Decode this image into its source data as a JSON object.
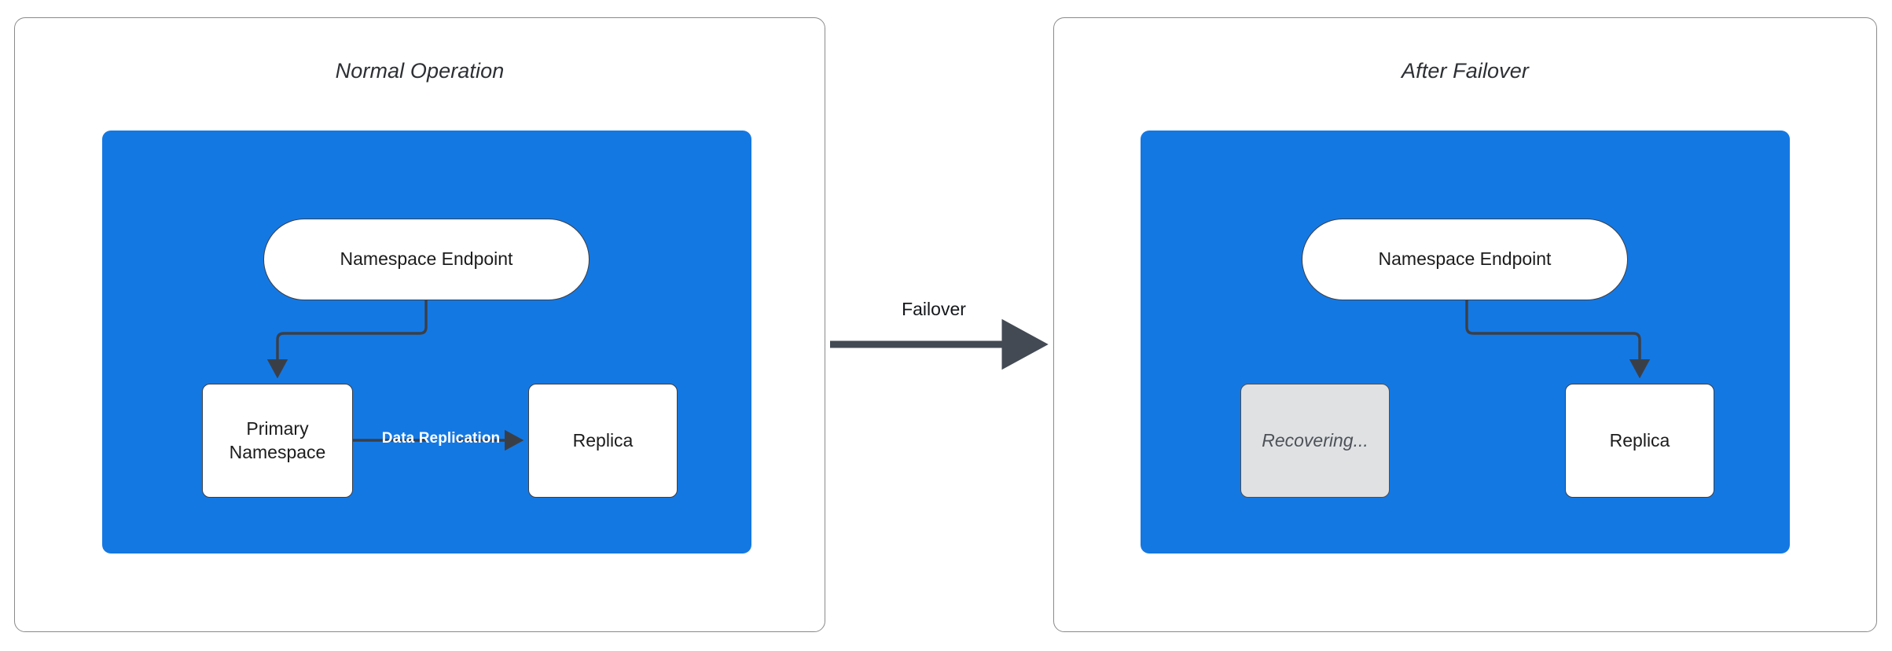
{
  "diagram": {
    "title_hidden": "",
    "colors": {
      "blue_zone": "#1478E3",
      "node_border": "#3a3f47",
      "node_fill": "#ffffff",
      "muted_fill": "#dfe1e3",
      "muted_text": "#4e5258",
      "connector": "#3a3f47",
      "panel_border": "#8a8a8a",
      "replication_label": "#ffffff"
    },
    "panels": [
      {
        "id": "normal",
        "title": "Normal Operation",
        "nodes": {
          "endpoint": "Namespace Endpoint",
          "primary": "Primary\nNamespace",
          "primary_line1": "Primary",
          "primary_line2": "Namespace",
          "replica": "Replica"
        },
        "edges": {
          "endpoint_to_primary": "",
          "replication_label": "Data Replication"
        }
      },
      {
        "id": "failover",
        "title": "After Failover",
        "nodes": {
          "endpoint": "Namespace Endpoint",
          "recovering": "Recovering...",
          "replica": "Replica"
        },
        "edges": {
          "endpoint_to_replica": ""
        }
      }
    ],
    "transition": {
      "label": "Failover"
    }
  }
}
